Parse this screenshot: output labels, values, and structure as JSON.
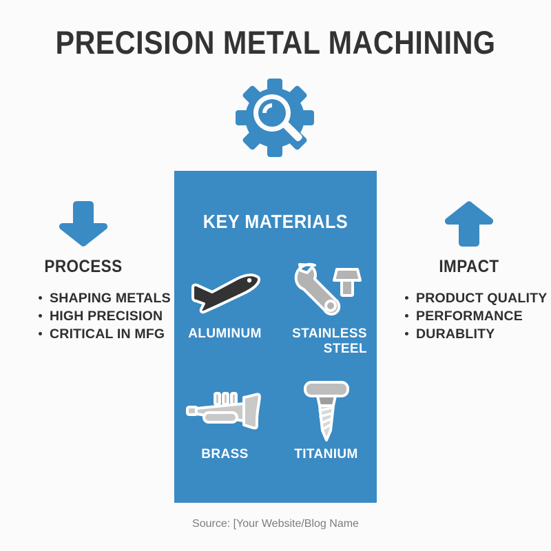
{
  "page": {
    "title": "PRECISION METAL MACHINING",
    "background_color": "#fbfbfb",
    "accent_color": "#3a8ac4",
    "text_color": "#2f2f2f"
  },
  "hero_icon": {
    "name": "gear-magnifier-icon",
    "color": "#3a8ac4"
  },
  "panel": {
    "heading": "KEY MATERIALS",
    "background_color": "#3a8ac4",
    "materials": [
      {
        "label": "ALUMINUM",
        "icon": "airplane-icon",
        "icon_color": "#333333"
      },
      {
        "label": "STAINLESS\nSTEEL",
        "icon": "wrench-bolt-icon",
        "icon_color": "#b3b3b3"
      },
      {
        "label": "BRASS",
        "icon": "trumpet-icon",
        "icon_color": "#c9c9c9"
      },
      {
        "label": "TITANIUM",
        "icon": "screw-icon",
        "icon_color": "#bdbdbd"
      }
    ]
  },
  "left_column": {
    "arrow_icon": "arrow-down-icon",
    "arrow_color": "#3a8ac4",
    "heading": "PROCESS",
    "bullets": [
      "SHAPING METALS",
      "HIGH PRECISION",
      "CRITICAL IN MFG"
    ]
  },
  "right_column": {
    "arrow_icon": "arrow-up-icon",
    "arrow_color": "#3a8ac4",
    "heading": "IMPACT",
    "bullets": [
      "PRODUCT QUALITY",
      "PERFORMANCE",
      "DURABLITY"
    ]
  },
  "footer": {
    "source": "Source: [Your Website/Blog Name"
  }
}
